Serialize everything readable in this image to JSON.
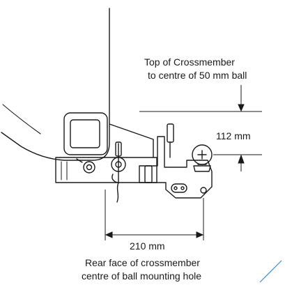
{
  "labels": {
    "top_line1": "Top of Crossmember",
    "top_line2": "to centre of 50 mm ball",
    "vertical_dim": "112 mm",
    "horizontal_dim": "210 mm",
    "rear_line1": "Rear face of crossmember",
    "rear_line2": "centre of ball mounting hole"
  },
  "colors": {
    "line": "#1a1a1a",
    "accent": "#3a8fc8"
  }
}
